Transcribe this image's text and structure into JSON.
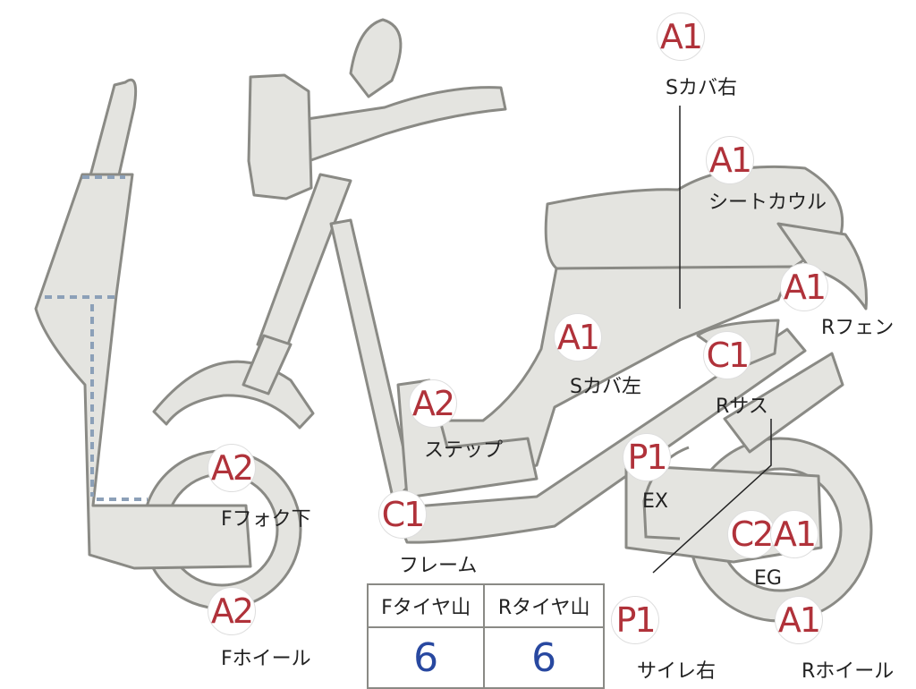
{
  "labels": {
    "s_cover_right": "Sカバ右",
    "seat_cowl": "シートカウル",
    "r_fender": "Rフェン",
    "s_cover_left": "Sカバ左",
    "r_suspension": "Rサス",
    "step": "ステップ",
    "exhaust": "EX",
    "f_fork_lower": "Fフォク下",
    "frame": "フレーム",
    "engine": "EG",
    "f_wheel": "Fホイール",
    "muffler_right": "サイレ右",
    "r_wheel": "Rホイール"
  },
  "grades": {
    "s_cover_right": "A1",
    "seat_cowl": "A1",
    "r_fender": "A1",
    "s_cover_left": "A1",
    "r_suspension": "C1",
    "step": "A2",
    "exhaust": "P1",
    "f_fork_lower": "A2",
    "frame": "C1",
    "engine_left": "C2",
    "engine_right": "A1",
    "f_wheel": "A2",
    "muffler_right": "P1",
    "r_wheel": "A1"
  },
  "tire_table": {
    "headers": [
      "Fタイヤ山",
      "Rタイヤ山"
    ],
    "values": [
      "6",
      "6"
    ]
  },
  "colors": {
    "grade_text": "#b0323a",
    "tire_value": "#2848a0",
    "part_fill": "#e4e4e0",
    "part_outline": "#8a8a85"
  }
}
